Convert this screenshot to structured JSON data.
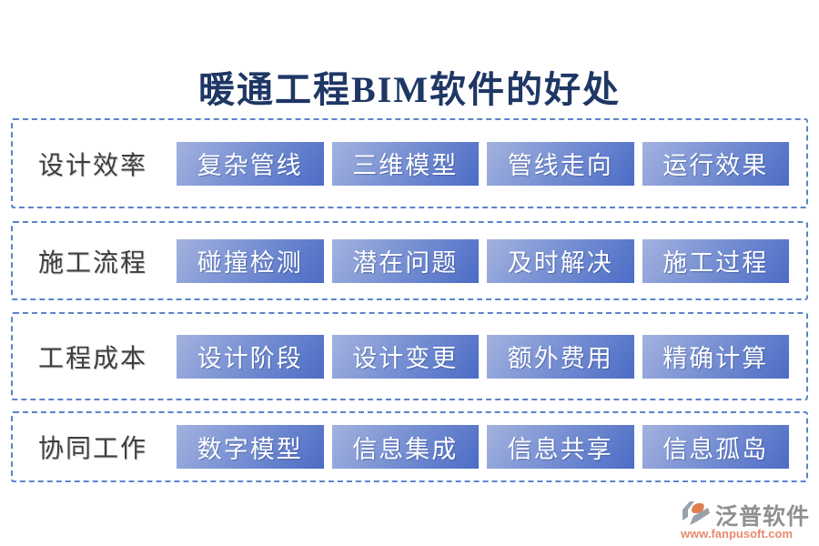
{
  "title": "暖通工程BIM软件的好处",
  "rows": [
    {
      "label": "设计效率",
      "items": [
        "复杂管线",
        "三维模型",
        "管线走向",
        "运行效果"
      ]
    },
    {
      "label": "施工流程",
      "items": [
        "碰撞检测",
        "潜在问题",
        "及时解决",
        "施工过程"
      ]
    },
    {
      "label": "工程成本",
      "items": [
        "设计阶段",
        "设计变更",
        "额外费用",
        "精确计算"
      ]
    },
    {
      "label": "协同工作",
      "items": [
        "数字模型",
        "信息集成",
        "信息共享",
        "信息孤岛"
      ]
    }
  ],
  "footer": {
    "brand": "泛普软件",
    "url": "www.fanpusoft.com"
  },
  "colors": {
    "title_text": "#1e3765",
    "row_label_text": "#3f3f3f",
    "box_border": "#5b84c9",
    "button_gradient_start": "#a3b2de",
    "button_gradient_end": "#4c6cc5",
    "button_text": "#ffffff",
    "brand_text": "#909090",
    "url_text": "#e78a6e",
    "logo_gray": "#9aa1ab",
    "logo_orange": "#df7e52"
  },
  "icons": {
    "fanpu_logo": "fanpu-logo-icon"
  }
}
